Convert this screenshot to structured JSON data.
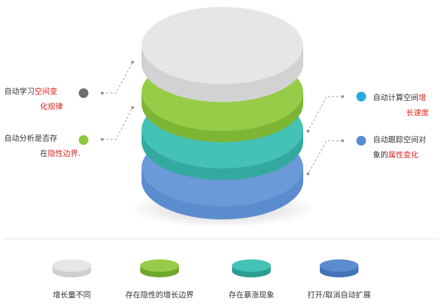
{
  "colors": {
    "gray": "#e3e3e3",
    "green": "#8ec63f",
    "teal": "#3cb9ad",
    "blue": "#5b8ccf",
    "highlight": "#d8281f",
    "dot_gray": "#6d6e70",
    "dot_green": "#8dc63f",
    "dot_cyan": "#27aae1",
    "dot_blue": "#5b8ccf"
  },
  "callouts": {
    "left_top": {
      "plain1": "自动学习",
      "hl1": "空间变",
      "hl2": "化规律"
    },
    "left_bottom": {
      "plain1": "自动分析是否存",
      "plain2": "在",
      "hl2": "隐性边界",
      "tail2": "."
    },
    "right_top": {
      "plain1": "自动计算空间",
      "hl1": "增",
      "hl2": "长速度"
    },
    "right_bottom": {
      "plain1": "自动跟踪空间对",
      "plain2": "象的",
      "hl2": "属性变化"
    }
  },
  "legend": [
    {
      "label": "增长量不同",
      "color": "#e3e3e3",
      "icon": "gray-disc-icon"
    },
    {
      "label": "存在隐性的增长边界",
      "color": "#8ec63f",
      "icon": "green-disc-icon"
    },
    {
      "label": "存在暴涨现象",
      "color": "#3cb9ad",
      "icon": "teal-disc-icon"
    },
    {
      "label": "打开/取消自动扩展",
      "color": "#5b8ccf",
      "icon": "blue-disc-icon"
    }
  ]
}
